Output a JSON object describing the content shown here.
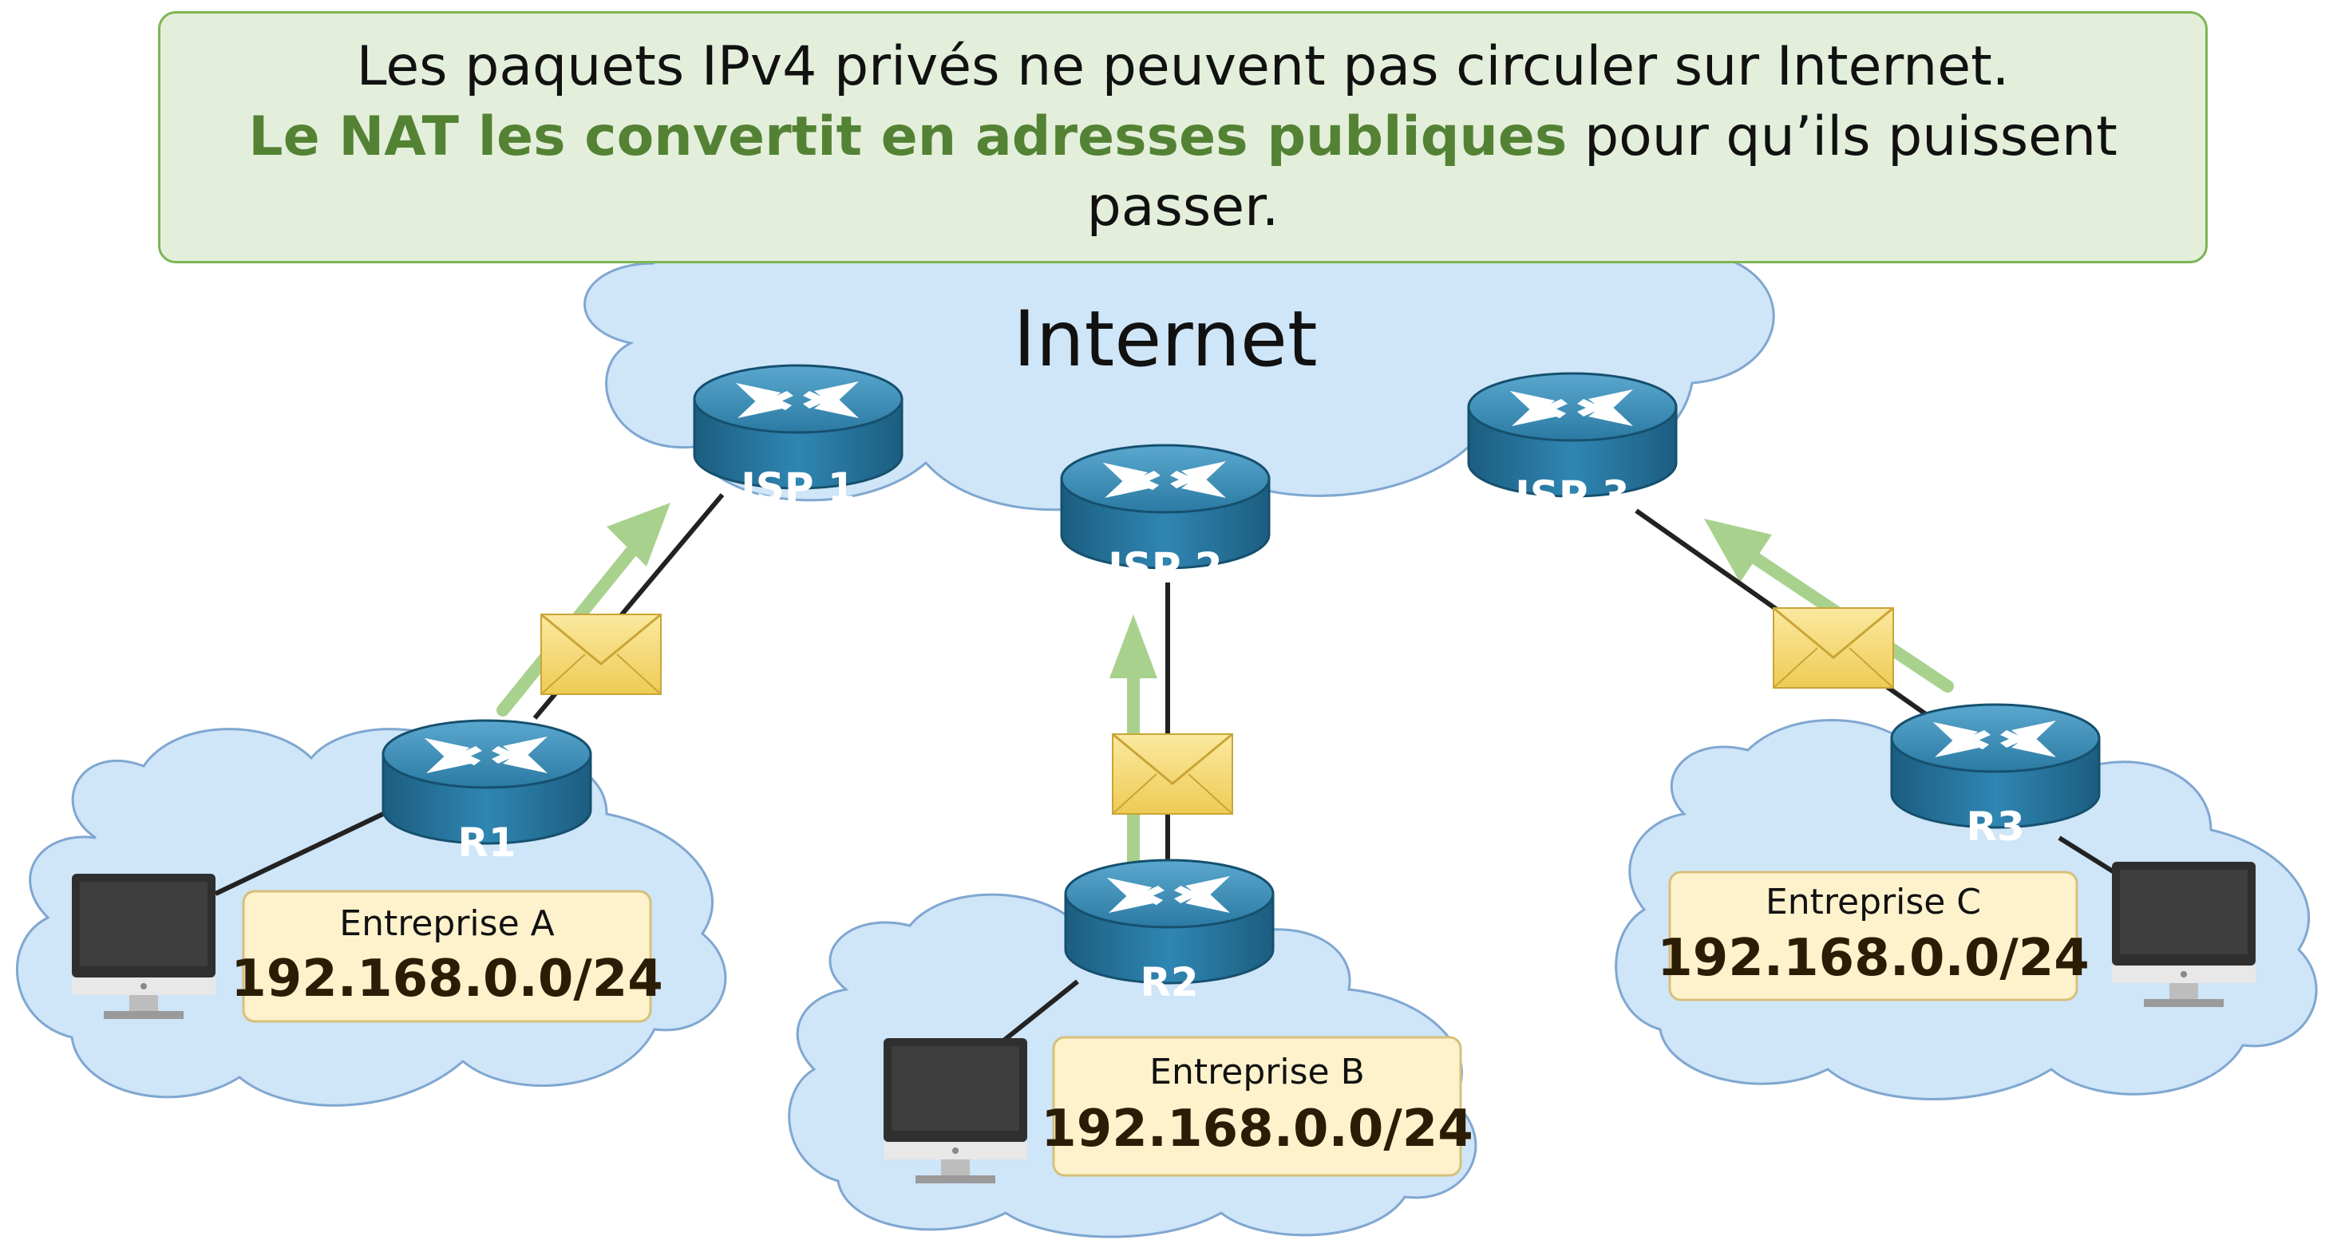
{
  "banner": {
    "line1": "Les paquets IPv4 privés ne peuvent pas circuler sur Internet.",
    "line2_highlight": "Le NAT les convertit en adresses publiques",
    "line2_rest": " pour qu’ils puissent passer."
  },
  "internet_label": "Internet",
  "routers": {
    "isp1": "ISP 1",
    "isp2": "ISP 2",
    "isp3": "ISP 3",
    "r1": "R1",
    "r2": "R2",
    "r3": "R3"
  },
  "companies": {
    "a": {
      "name": "Entreprise A",
      "network": "192.168.0.0/24"
    },
    "b": {
      "name": "Entreprise B",
      "network": "192.168.0.0/24"
    },
    "c": {
      "name": "Entreprise C",
      "network": "192.168.0.0/24"
    }
  },
  "colors": {
    "banner_bg": "#e3efda",
    "banner_border": "#7db554",
    "highlight_text": "#548235",
    "cloud_fill": "#cfe5f8",
    "cloud_stroke": "#7fa7d0",
    "router_body": "#27739a",
    "arrow_green": "#a9d18e",
    "envelope": "#f5dc7a",
    "label_box": "#fdf2cc"
  }
}
